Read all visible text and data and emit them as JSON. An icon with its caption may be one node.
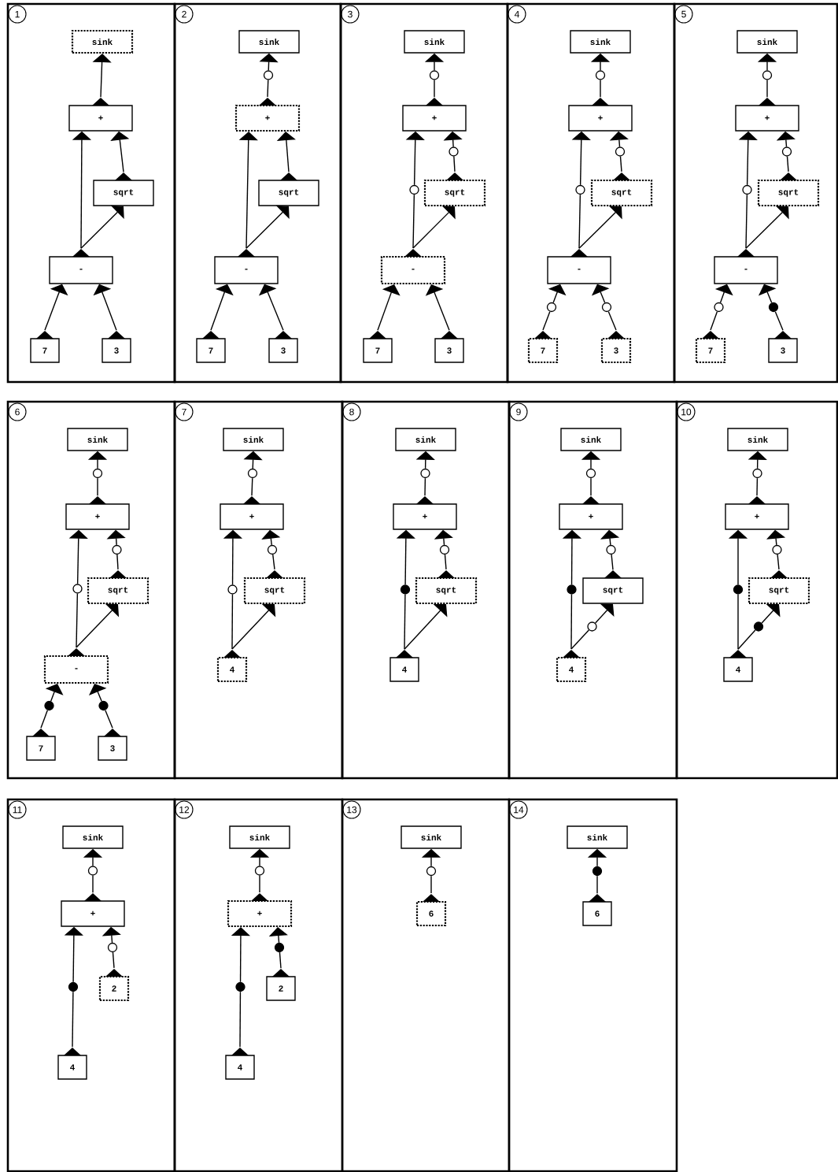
{
  "diagram": {
    "nodes": [
      {
        "text": [
          "1"
        ]
      },
      {
        "text": [
          "sink"
        ],
        "in": 0
      },
      {
        "text": [
          "+"
        ],
        "in": 0
      },
      {
        "text": [
          "sqrt"
        ],
        "in": 0
      },
      {
        "text": [
          "-"
        ],
        "in": 0
      },
      {
        "text": [
          "7"
        ],
        "in": 0
      },
      {
        "text": [
          "3"
        ],
        "in": 0
      },
      {
        "text": [
          "2"
        ]
      },
      {
        "text": [
          "sink"
        ],
        "in": 7
      },
      {
        "text": [
          "+"
        ],
        "in": 7
      },
      {
        "text": [
          "sqrt"
        ],
        "in": 7
      },
      {
        "text": [
          "-"
        ],
        "in": 7
      },
      {
        "text": [
          "7"
        ],
        "in": 7
      },
      {
        "text": [
          "3"
        ],
        "in": 7
      },
      {
        "text": [],
        "shape": "circle",
        "in": 7
      },
      {
        "text": [
          "3"
        ]
      },
      {
        "text": [
          "sink"
        ],
        "in": 15
      },
      {
        "text": [
          "+"
        ],
        "in": 15
      },
      {
        "text": [
          "sqrt"
        ],
        "in": 15
      },
      {
        "text": [
          "-"
        ],
        "in": 15
      },
      {
        "text": [
          "7"
        ],
        "in": 15
      },
      {
        "text": [
          "3"
        ],
        "in": 15
      },
      {
        "text": [],
        "shape": "circle",
        "in": 15
      },
      {
        "text": [],
        "shape": "circle",
        "in": 15
      },
      {
        "text": [],
        "shape": "circle",
        "in": 15
      },
      {
        "text": [
          "4"
        ]
      },
      {
        "text": [
          "sink"
        ],
        "in": 25
      },
      {
        "text": [
          "+"
        ],
        "in": 25
      },
      {
        "text": [
          "sqrt"
        ],
        "in": 25
      },
      {
        "text": [
          "-"
        ],
        "in": 25
      },
      {
        "text": [
          "7"
        ],
        "in": 25
      },
      {
        "text": [
          "3"
        ],
        "in": 25
      },
      {
        "text": [],
        "shape": "circle",
        "in": 25
      },
      {
        "text": [],
        "shape": "circle",
        "in": 25
      },
      {
        "text": [],
        "shape": "circle",
        "in": 25
      },
      {
        "text": [],
        "shape": "circle",
        "in": 25
      },
      {
        "text": [],
        "shape": "circle",
        "in": 25
      },
      {
        "text": [
          "5"
        ]
      },
      {
        "text": [
          "sink"
        ],
        "in": 37
      },
      {
        "text": [
          "+"
        ],
        "in": 37
      },
      {
        "text": [
          "sqrt"
        ],
        "in": 37
      },
      {
        "text": [
          "-"
        ],
        "in": 37
      },
      {
        "text": [
          "7"
        ],
        "in": 37
      },
      {
        "text": [
          "3"
        ],
        "in": 37
      },
      {
        "text": [],
        "shape": "circle",
        "in": 37
      },
      {
        "text": [],
        "shape": "circle",
        "in": 37
      },
      {
        "text": [],
        "shape": "circle",
        "in": 37
      },
      {
        "text": [],
        "shape": "circle",
        "in": 37
      },
      {
        "text": [],
        "shape": "dot",
        "in": 37
      },
      {
        "text": [
          "6"
        ]
      },
      {
        "text": [
          "sink"
        ],
        "in": 49
      },
      {
        "text": [
          "+"
        ],
        "in": 49
      },
      {
        "text": [
          "sqrt"
        ],
        "in": 49
      },
      {
        "text": [
          "-"
        ],
        "in": 49
      },
      {
        "text": [
          "7"
        ],
        "in": 49
      },
      {
        "text": [
          "3"
        ],
        "in": 49
      },
      {
        "text": [],
        "shape": "circle",
        "in": 49
      },
      {
        "text": [],
        "shape": "circle",
        "in": 49
      },
      {
        "text": [],
        "shape": "circle",
        "in": 49
      },
      {
        "text": [],
        "shape": "dot",
        "in": 49
      },
      {
        "text": [],
        "shape": "dot",
        "in": 49
      },
      {
        "text": [
          "7"
        ]
      },
      {
        "text": [
          "sink"
        ],
        "in": 61
      },
      {
        "text": [
          "+"
        ],
        "in": 61
      },
      {
        "text": [
          "sqrt"
        ],
        "in": 61
      },
      {
        "text": [
          "4"
        ],
        "in": 61
      },
      {
        "text": [],
        "shape": "circle",
        "in": 61
      },
      {
        "text": [],
        "shape": "circle",
        "in": 61
      },
      {
        "text": [],
        "shape": "circle",
        "in": 61
      },
      {
        "text": [
          "8"
        ]
      },
      {
        "text": [
          "sink"
        ],
        "in": 69
      },
      {
        "text": [
          "+"
        ],
        "in": 69
      },
      {
        "text": [
          "sqrt"
        ],
        "in": 69
      },
      {
        "text": [
          "4"
        ],
        "in": 69
      },
      {
        "text": [],
        "shape": "circle",
        "in": 69
      },
      {
        "text": [],
        "shape": "circle",
        "in": 69
      },
      {
        "text": [],
        "shape": "dot",
        "in": 69
      },
      {
        "text": [
          "9"
        ]
      },
      {
        "text": [
          "sink"
        ],
        "in": 77
      },
      {
        "text": [
          "+"
        ],
        "in": 77
      },
      {
        "text": [
          "sqrt"
        ],
        "in": 77
      },
      {
        "text": [
          "4"
        ],
        "in": 77
      },
      {
        "text": [],
        "shape": "circle",
        "in": 77
      },
      {
        "text": [],
        "shape": "circle",
        "in": 77
      },
      {
        "text": [],
        "shape": "dot",
        "in": 77
      },
      {
        "text": [],
        "shape": "circle",
        "in": 77
      },
      {
        "text": [
          "10"
        ]
      },
      {
        "text": [
          "sink"
        ],
        "in": 86
      },
      {
        "text": [
          "+"
        ],
        "in": 86
      },
      {
        "text": [
          "sqrt"
        ],
        "in": 86
      },
      {
        "text": [
          "4"
        ],
        "in": 86
      },
      {
        "text": [],
        "shape": "circle",
        "in": 86
      },
      {
        "text": [],
        "shape": "circle",
        "in": 86
      },
      {
        "text": [],
        "shape": "dot",
        "in": 86
      },
      {
        "text": [],
        "shape": "dot",
        "in": 86
      },
      {
        "text": [
          "11"
        ]
      },
      {
        "text": [
          "sink"
        ],
        "in": 95
      },
      {
        "text": [
          "+"
        ],
        "in": 95
      },
      {
        "text": [
          "2"
        ],
        "in": 95
      },
      {
        "text": [
          "4"
        ],
        "in": 95
      },
      {
        "text": [],
        "shape": "circle",
        "in": 95
      },
      {
        "text": [],
        "shape": "circle",
        "in": 95
      },
      {
        "text": [],
        "shape": "dot",
        "in": 95
      },
      {
        "text": [
          "12"
        ]
      },
      {
        "text": [
          "sink"
        ],
        "in": 103
      },
      {
        "text": [
          "+"
        ],
        "in": 103
      },
      {
        "text": [
          "2"
        ],
        "in": 103
      },
      {
        "text": [
          "4"
        ],
        "in": 103
      },
      {
        "text": [],
        "shape": "circle",
        "in": 103
      },
      {
        "text": [],
        "shape": "dot",
        "in": 103
      },
      {
        "text": [],
        "shape": "dot",
        "in": 103
      },
      {
        "text": [
          "13"
        ]
      },
      {
        "text": [
          "sink"
        ],
        "in": 111
      },
      {
        "text": [
          "6"
        ],
        "in": 111
      },
      {
        "text": [],
        "shape": "circle",
        "in": 111
      },
      {
        "text": [
          "14"
        ]
      },
      {
        "text": [
          "sink"
        ],
        "in": 115
      },
      {
        "text": [
          "6"
        ],
        "in": 115
      },
      {
        "text": [],
        "shape": "dot",
        "in": 115
      }
    ],
    "edges": [
      {
        "from": 5,
        "to": 4,
        "arrow": "to"
      },
      {
        "from": 6,
        "to": 4,
        "arrow": "to"
      },
      {
        "from": 4,
        "to": 2,
        "arrow": "to"
      },
      {
        "from": 4,
        "to": 3,
        "arrow": "to"
      },
      {
        "from": 3,
        "to": 2,
        "arrow": "to"
      },
      {
        "from": 2,
        "to": 1,
        "arrow": "to"
      },
      {
        "from": 12,
        "to": 11,
        "arrow": "to"
      },
      {
        "from": 13,
        "to": 11,
        "arrow": "to"
      },
      {
        "from": 11,
        "to": 9,
        "arrow": "to"
      },
      {
        "from": 11,
        "to": 10,
        "arrow": "to"
      },
      {
        "from": 10,
        "to": 9,
        "arrow": "to"
      },
      {
        "from": 9,
        "to": 14,
        "arrow": "none"
      },
      {
        "from": 14,
        "to": 8,
        "arrow": "to"
      },
      {
        "from": 20,
        "to": 19,
        "arrow": "to"
      },
      {
        "from": 21,
        "to": 19,
        "arrow": "to"
      },
      {
        "from": 19,
        "to": 24,
        "arrow": "none"
      },
      {
        "from": 24,
        "to": 17,
        "arrow": "to"
      },
      {
        "from": 19,
        "to": 18,
        "arrow": "to"
      },
      {
        "from": 18,
        "to": 23,
        "arrow": "none"
      },
      {
        "from": 23,
        "to": 17,
        "arrow": "to"
      },
      {
        "from": 17,
        "to": 22,
        "arrow": "none"
      },
      {
        "from": 22,
        "to": 16,
        "arrow": "to"
      },
      {
        "from": 30,
        "to": 35,
        "arrow": "none"
      },
      {
        "from": 35,
        "to": 29,
        "arrow": "to"
      },
      {
        "from": 31,
        "to": 36,
        "arrow": "none"
      },
      {
        "from": 36,
        "to": 29,
        "arrow": "to"
      },
      {
        "from": 29,
        "to": 34,
        "arrow": "none"
      },
      {
        "from": 34,
        "to": 27,
        "arrow": "to"
      },
      {
        "from": 29,
        "to": 28,
        "arrow": "to"
      },
      {
        "from": 28,
        "to": 33,
        "arrow": "none"
      },
      {
        "from": 33,
        "to": 27,
        "arrow": "to"
      },
      {
        "from": 27,
        "to": 32,
        "arrow": "none"
      },
      {
        "from": 32,
        "to": 26,
        "arrow": "to"
      },
      {
        "from": 42,
        "to": 47,
        "arrow": "none"
      },
      {
        "from": 47,
        "to": 41,
        "arrow": "to"
      },
      {
        "from": 43,
        "to": 48,
        "arrow": "none"
      },
      {
        "from": 48,
        "to": 41,
        "arrow": "to"
      },
      {
        "from": 41,
        "to": 46,
        "arrow": "none"
      },
      {
        "from": 46,
        "to": 39,
        "arrow": "to"
      },
      {
        "from": 41,
        "to": 40,
        "arrow": "to"
      },
      {
        "from": 40,
        "to": 45,
        "arrow": "none"
      },
      {
        "from": 45,
        "to": 39,
        "arrow": "to"
      },
      {
        "from": 39,
        "to": 44,
        "arrow": "none"
      },
      {
        "from": 44,
        "to": 38,
        "arrow": "to"
      },
      {
        "from": 54,
        "to": 59,
        "arrow": "none"
      },
      {
        "from": 59,
        "to": 53,
        "arrow": "to"
      },
      {
        "from": 55,
        "to": 60,
        "arrow": "none"
      },
      {
        "from": 60,
        "to": 53,
        "arrow": "to"
      },
      {
        "from": 53,
        "to": 58,
        "arrow": "none"
      },
      {
        "from": 58,
        "to": 51,
        "arrow": "to"
      },
      {
        "from": 53,
        "to": 52,
        "arrow": "to"
      },
      {
        "from": 52,
        "to": 57,
        "arrow": "none"
      },
      {
        "from": 57,
        "to": 51,
        "arrow": "to"
      },
      {
        "from": 51,
        "to": 56,
        "arrow": "none"
      },
      {
        "from": 56,
        "to": 50,
        "arrow": "to"
      },
      {
        "from": 65,
        "to": 68,
        "arrow": "none"
      },
      {
        "from": 68,
        "to": 63,
        "arrow": "to"
      },
      {
        "from": 65,
        "to": 64,
        "arrow": "to"
      },
      {
        "from": 64,
        "to": 67,
        "arrow": "none"
      },
      {
        "from": 67,
        "to": 63,
        "arrow": "to"
      },
      {
        "from": 63,
        "to": 66,
        "arrow": "none"
      },
      {
        "from": 66,
        "to": 62,
        "arrow": "to"
      },
      {
        "from": 73,
        "to": 76,
        "arrow": "none"
      },
      {
        "from": 76,
        "to": 71,
        "arrow": "to"
      },
      {
        "from": 73,
        "to": 72,
        "arrow": "to"
      },
      {
        "from": 72,
        "to": 75,
        "arrow": "none"
      },
      {
        "from": 75,
        "to": 71,
        "arrow": "to"
      },
      {
        "from": 71,
        "to": 74,
        "arrow": "none"
      },
      {
        "from": 74,
        "to": 70,
        "arrow": "to"
      },
      {
        "from": 81,
        "to": 84,
        "arrow": "none"
      },
      {
        "from": 84,
        "to": 79,
        "arrow": "to"
      },
      {
        "from": 81,
        "to": 85,
        "arrow": "none"
      },
      {
        "from": 85,
        "to": 80,
        "arrow": "to"
      },
      {
        "from": 80,
        "to": 83,
        "arrow": "none"
      },
      {
        "from": 83,
        "to": 79,
        "arrow": "to"
      },
      {
        "from": 79,
        "to": 82,
        "arrow": "none"
      },
      {
        "from": 82,
        "to": 78,
        "arrow": "to"
      },
      {
        "from": 90,
        "to": 93,
        "arrow": "none"
      },
      {
        "from": 93,
        "to": 88,
        "arrow": "to"
      },
      {
        "from": 90,
        "to": 94,
        "arrow": "none"
      },
      {
        "from": 94,
        "to": 89,
        "arrow": "to"
      },
      {
        "from": 89,
        "to": 92,
        "arrow": "none"
      },
      {
        "from": 92,
        "to": 88,
        "arrow": "to"
      },
      {
        "from": 88,
        "to": 91,
        "arrow": "none"
      },
      {
        "from": 91,
        "to": 87,
        "arrow": "to"
      },
      {
        "from": 99,
        "to": 102,
        "arrow": "none"
      },
      {
        "from": 102,
        "to": 97,
        "arrow": "to"
      },
      {
        "from": 98,
        "to": 101,
        "arrow": "none"
      },
      {
        "from": 101,
        "to": 97,
        "arrow": "to"
      },
      {
        "from": 97,
        "to": 100,
        "arrow": "none"
      },
      {
        "from": 100,
        "to": 96,
        "arrow": "to"
      },
      {
        "from": 107,
        "to": 110,
        "arrow": "none"
      },
      {
        "from": 110,
        "to": 105,
        "arrow": "to"
      },
      {
        "from": 106,
        "to": 109,
        "arrow": "none"
      },
      {
        "from": 109,
        "to": 105,
        "arrow": "to"
      },
      {
        "from": 105,
        "to": 108,
        "arrow": "none"
      },
      {
        "from": 108,
        "to": 104,
        "arrow": "to"
      },
      {
        "from": 113,
        "to": 114,
        "arrow": "none"
      },
      {
        "from": 114,
        "to": 112,
        "arrow": "to"
      },
      {
        "from": 117,
        "to": 118,
        "arrow": "none"
      },
      {
        "from": 118,
        "to": 116,
        "arrow": "to"
      }
    ]
  }
}
